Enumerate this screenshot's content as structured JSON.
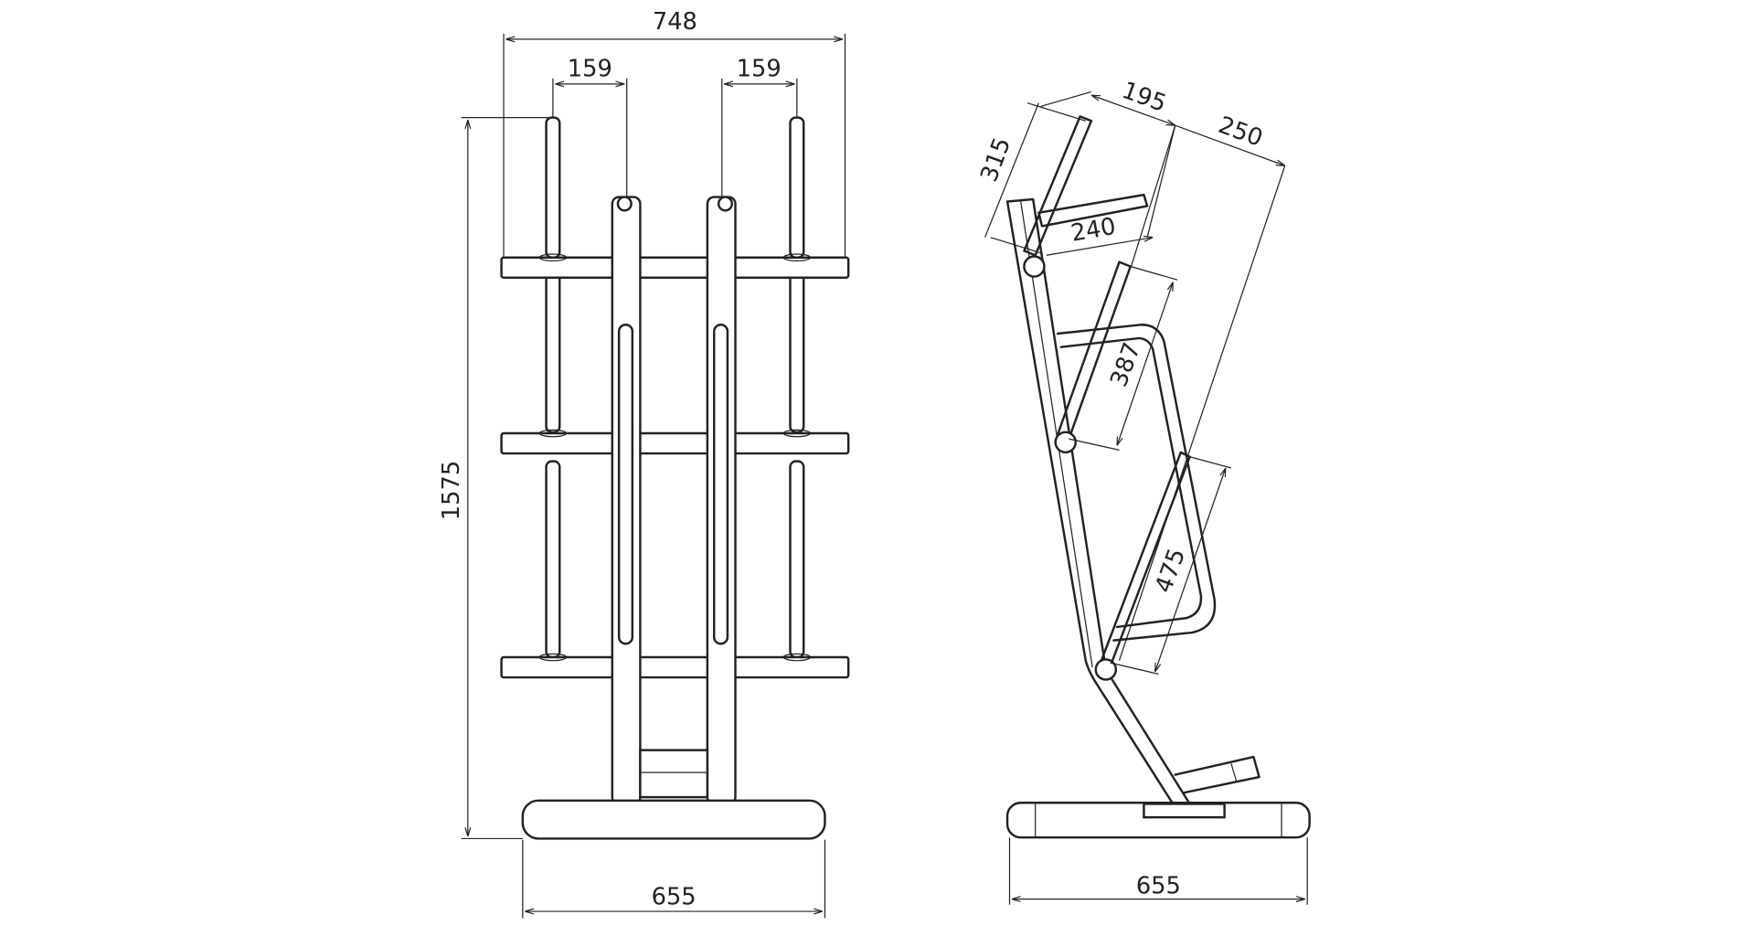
{
  "front_view": {
    "overall_width": "748",
    "peg_spacing_left": "159",
    "peg_spacing_right": "159",
    "overall_height": "1575",
    "base_width": "655"
  },
  "side_view": {
    "top_offset": "195",
    "upper_span": "250",
    "top_peg_length": "315",
    "top_arm_length": "240",
    "middle_peg_length": "387",
    "lower_peg_length": "475",
    "base_length": "655"
  }
}
